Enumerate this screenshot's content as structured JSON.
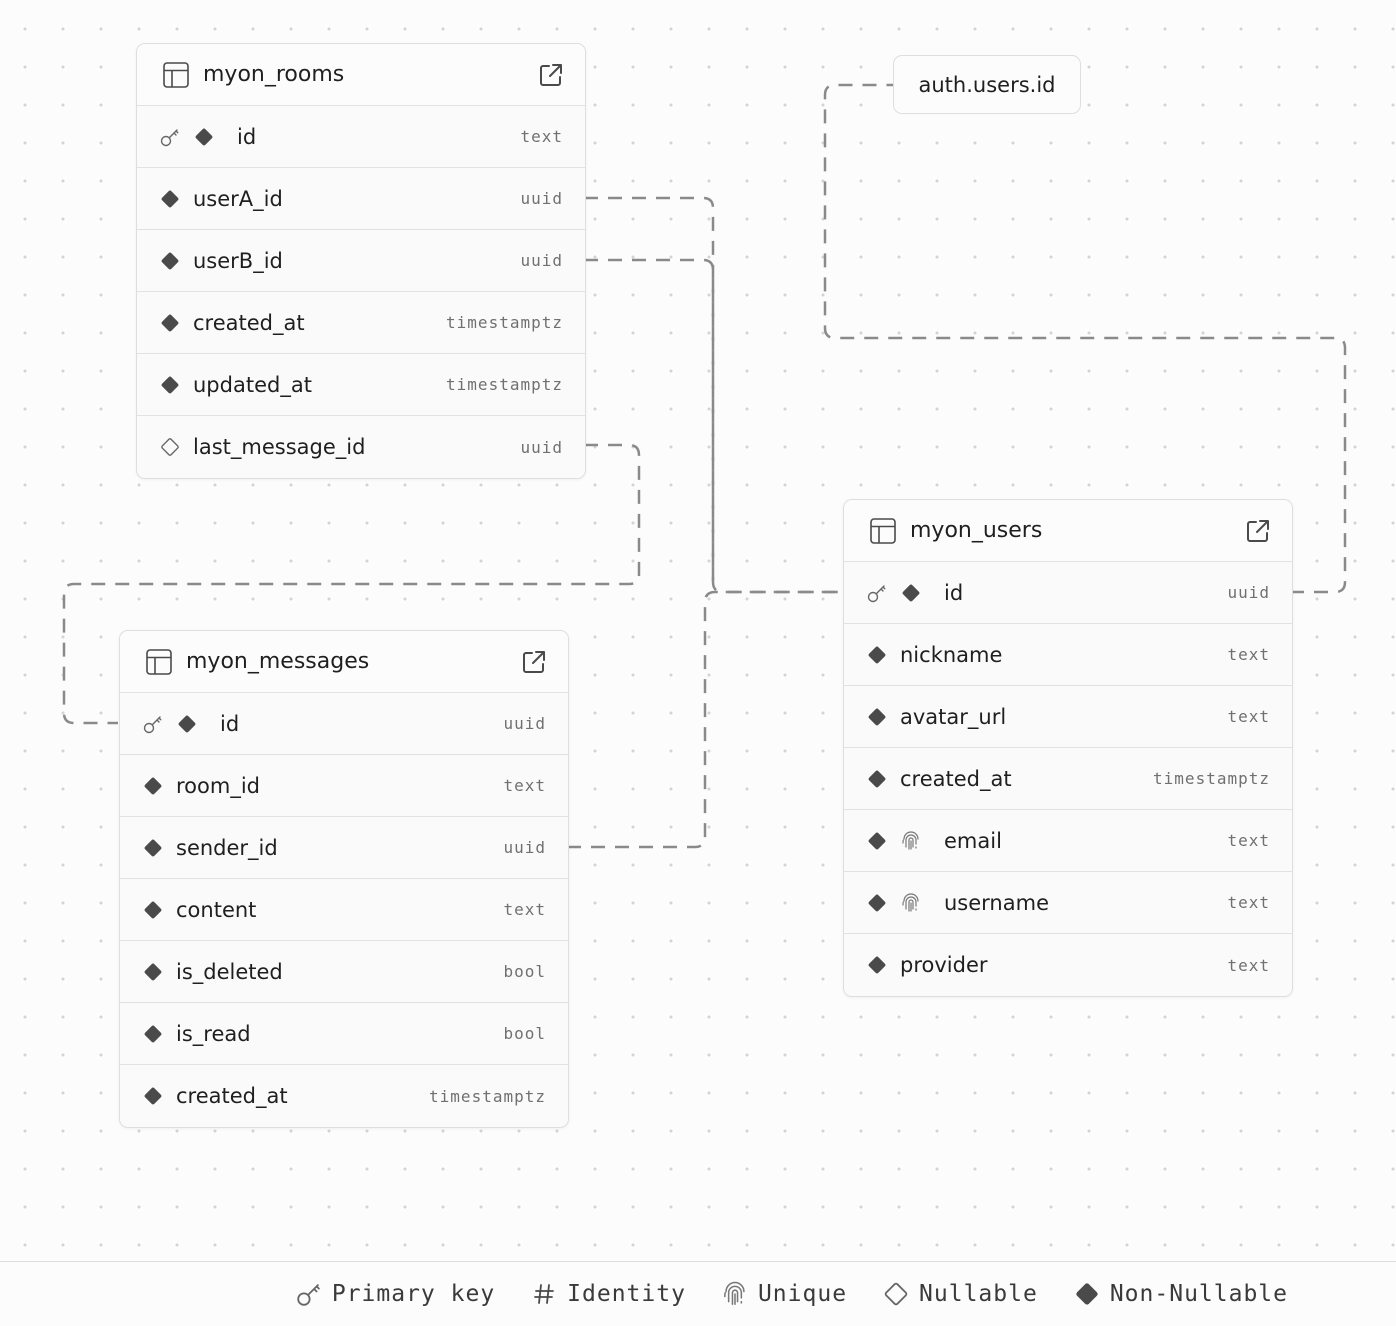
{
  "tables": {
    "rooms": {
      "name": "myon_rooms",
      "columns": [
        {
          "name": "id",
          "type": "text",
          "primary": true,
          "nullable": false,
          "unique": false
        },
        {
          "name": "userA_id",
          "type": "uuid",
          "primary": false,
          "nullable": false,
          "unique": false
        },
        {
          "name": "userB_id",
          "type": "uuid",
          "primary": false,
          "nullable": false,
          "unique": false
        },
        {
          "name": "created_at",
          "type": "timestamptz",
          "primary": false,
          "nullable": false,
          "unique": false
        },
        {
          "name": "updated_at",
          "type": "timestamptz",
          "primary": false,
          "nullable": false,
          "unique": false
        },
        {
          "name": "last_message_id",
          "type": "uuid",
          "primary": false,
          "nullable": true,
          "unique": false
        }
      ]
    },
    "messages": {
      "name": "myon_messages",
      "columns": [
        {
          "name": "id",
          "type": "uuid",
          "primary": true,
          "nullable": false,
          "unique": false
        },
        {
          "name": "room_id",
          "type": "text",
          "primary": false,
          "nullable": false,
          "unique": false
        },
        {
          "name": "sender_id",
          "type": "uuid",
          "primary": false,
          "nullable": false,
          "unique": false
        },
        {
          "name": "content",
          "type": "text",
          "primary": false,
          "nullable": false,
          "unique": false
        },
        {
          "name": "is_deleted",
          "type": "bool",
          "primary": false,
          "nullable": false,
          "unique": false
        },
        {
          "name": "is_read",
          "type": "bool",
          "primary": false,
          "nullable": false,
          "unique": false
        },
        {
          "name": "created_at",
          "type": "timestamptz",
          "primary": false,
          "nullable": false,
          "unique": false
        }
      ]
    },
    "users": {
      "name": "myon_users",
      "columns": [
        {
          "name": "id",
          "type": "uuid",
          "primary": true,
          "nullable": false,
          "unique": false
        },
        {
          "name": "nickname",
          "type": "text",
          "primary": false,
          "nullable": false,
          "unique": false
        },
        {
          "name": "avatar_url",
          "type": "text",
          "primary": false,
          "nullable": false,
          "unique": false
        },
        {
          "name": "created_at",
          "type": "timestamptz",
          "primary": false,
          "nullable": false,
          "unique": false
        },
        {
          "name": "email",
          "type": "text",
          "primary": false,
          "nullable": false,
          "unique": true
        },
        {
          "name": "username",
          "type": "text",
          "primary": false,
          "nullable": false,
          "unique": true
        },
        {
          "name": "provider",
          "type": "text",
          "primary": false,
          "nullable": false,
          "unique": false
        }
      ]
    }
  },
  "external_ref": "auth.users.id",
  "legend": [
    {
      "icon": "key-icon",
      "label": "Primary key"
    },
    {
      "icon": "hash-icon",
      "label": "Identity"
    },
    {
      "icon": "fingerprint-icon",
      "label": "Unique"
    },
    {
      "icon": "diamond-outline-icon",
      "label": "Nullable"
    },
    {
      "icon": "diamond-filled-icon",
      "label": "Non-Nullable"
    }
  ],
  "colors": {
    "background": "#fcfcfc",
    "dots": "#d4d4d4",
    "border": "#dedede",
    "edge": "#8a8a8a",
    "icon": "#4a4a4a"
  }
}
